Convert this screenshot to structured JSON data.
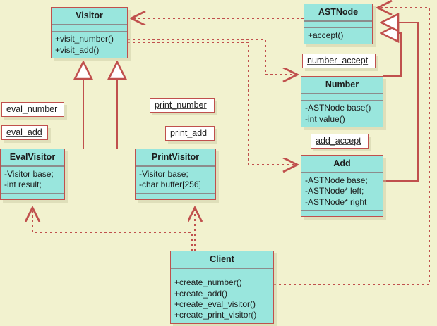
{
  "diagram": {
    "type": "uml-class-diagram",
    "title": "Visitor pattern AST class diagram",
    "background_color": "#f2f2cf",
    "class_fill_color": "#99e6dd",
    "border_color": "#c0504d",
    "note_fill_color": "#ffffff",
    "separator_color": "#8c8c8c"
  },
  "classes": [
    {
      "id": "visitor",
      "name": "Visitor",
      "attributes": [],
      "operations": [
        "+visit_number()",
        "+visit_add()"
      ]
    },
    {
      "id": "astnode",
      "name": "ASTNode",
      "attributes": [],
      "operations": [
        "+accept()"
      ]
    },
    {
      "id": "number",
      "name": "Number",
      "attributes": [
        "-ASTNode base()",
        "-int value()"
      ],
      "operations": []
    },
    {
      "id": "add",
      "name": "Add",
      "attributes": [
        "-ASTNode base;",
        "-ASTNode* left;",
        "-ASTNode* right"
      ],
      "operations": []
    },
    {
      "id": "evalvisitor",
      "name": "EvalVisitor",
      "attributes": [
        "-Visitor base;",
        "-int result;"
      ],
      "operations": []
    },
    {
      "id": "printvisitor",
      "name": "PrintVisitor",
      "attributes": [
        "-Visitor base;",
        "-char buffer[256]"
      ],
      "operations": []
    },
    {
      "id": "client",
      "name": "Client",
      "attributes": [],
      "operations": [
        "+create_number()",
        "+create_add()",
        "+create_eval_visitor()",
        "+create_print_visitor()"
      ]
    }
  ],
  "notes": [
    {
      "id": "eval_number",
      "text": "eval_number"
    },
    {
      "id": "eval_add",
      "text": "eval_add"
    },
    {
      "id": "print_number",
      "text": "print_number"
    },
    {
      "id": "print_add",
      "text": "print_add"
    },
    {
      "id": "number_accept",
      "text": "number_accept"
    },
    {
      "id": "add_accept",
      "text": "add_accept"
    }
  ],
  "relations": [
    {
      "from": "astnode",
      "to": "visitor",
      "style": "dashed",
      "arrow": "open",
      "kind": "dependency"
    },
    {
      "from": "visitor",
      "to": "number",
      "style": "dashed",
      "arrow": "open",
      "kind": "dependency"
    },
    {
      "from": "visitor",
      "to": "add",
      "style": "dashed",
      "arrow": "open",
      "kind": "dependency"
    },
    {
      "from": "number",
      "to": "astnode",
      "style": "solid",
      "arrow": "hollow-triangle",
      "kind": "generalization"
    },
    {
      "from": "add",
      "to": "astnode",
      "style": "solid",
      "arrow": "hollow-triangle",
      "kind": "generalization"
    },
    {
      "from": "evalvisitor",
      "to": "visitor",
      "style": "solid",
      "arrow": "hollow-triangle",
      "kind": "generalization"
    },
    {
      "from": "printvisitor",
      "to": "visitor",
      "style": "solid",
      "arrow": "hollow-triangle",
      "kind": "generalization"
    },
    {
      "from": "client",
      "to": "evalvisitor",
      "style": "dashed",
      "arrow": "open",
      "kind": "dependency"
    },
    {
      "from": "client",
      "to": "printvisitor",
      "style": "dashed",
      "arrow": "open",
      "kind": "dependency"
    },
    {
      "from": "client",
      "to": "astnode",
      "style": "dashed",
      "arrow": "open",
      "kind": "dependency"
    }
  ]
}
